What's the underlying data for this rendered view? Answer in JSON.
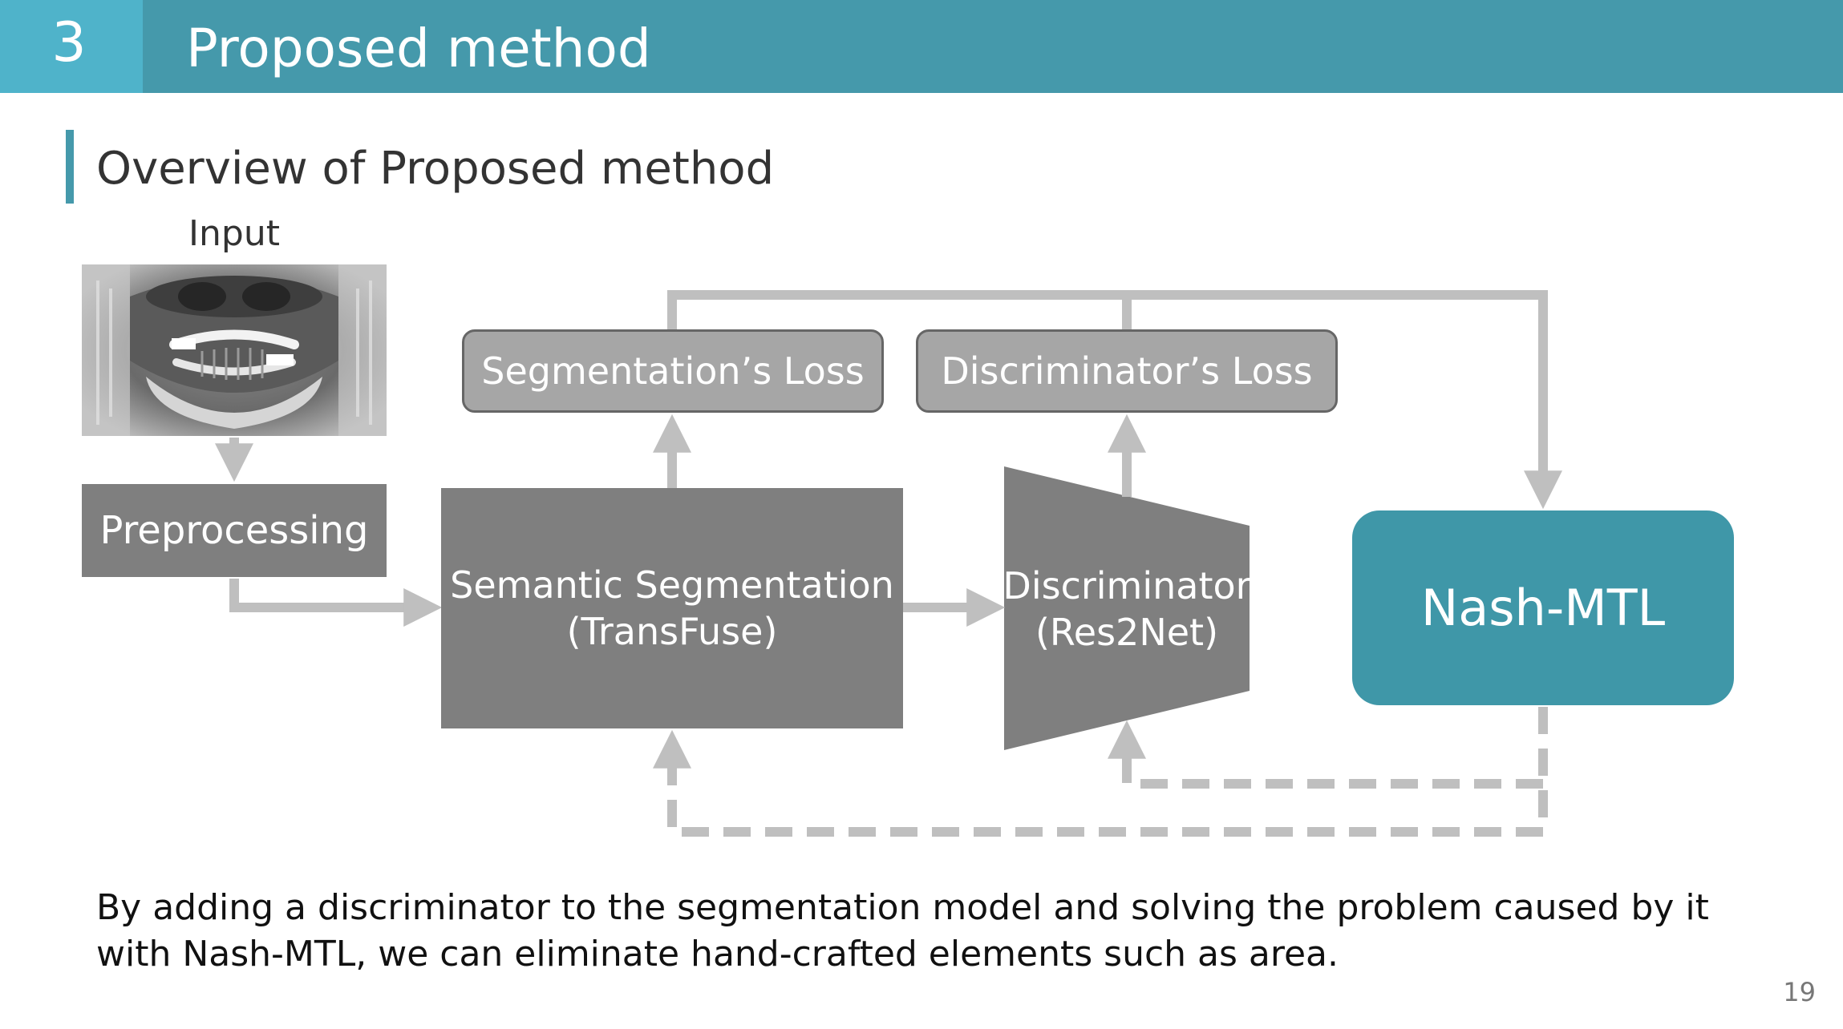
{
  "header": {
    "section_number": "3",
    "title": "Proposed method"
  },
  "subtitle": "Overview of Proposed method",
  "diagram": {
    "input_label": "Input",
    "preprocessing": "Preprocessing",
    "segmentation": {
      "line1": "Semantic Segmentation",
      "line2": "(TransFuse)"
    },
    "discriminator": {
      "line1": "Discriminator",
      "line2": "(Res2Net)"
    },
    "segmentation_loss": "Segmentation’s Loss",
    "discriminator_loss": "Discriminator’s Loss",
    "nash_mtl": "Nash-MTL"
  },
  "description": "By adding a discriminator to the segmentation model and solving the problem caused by it with Nash-MTL, we can eliminate hand-crafted elements such as area.",
  "page_number": "19"
}
